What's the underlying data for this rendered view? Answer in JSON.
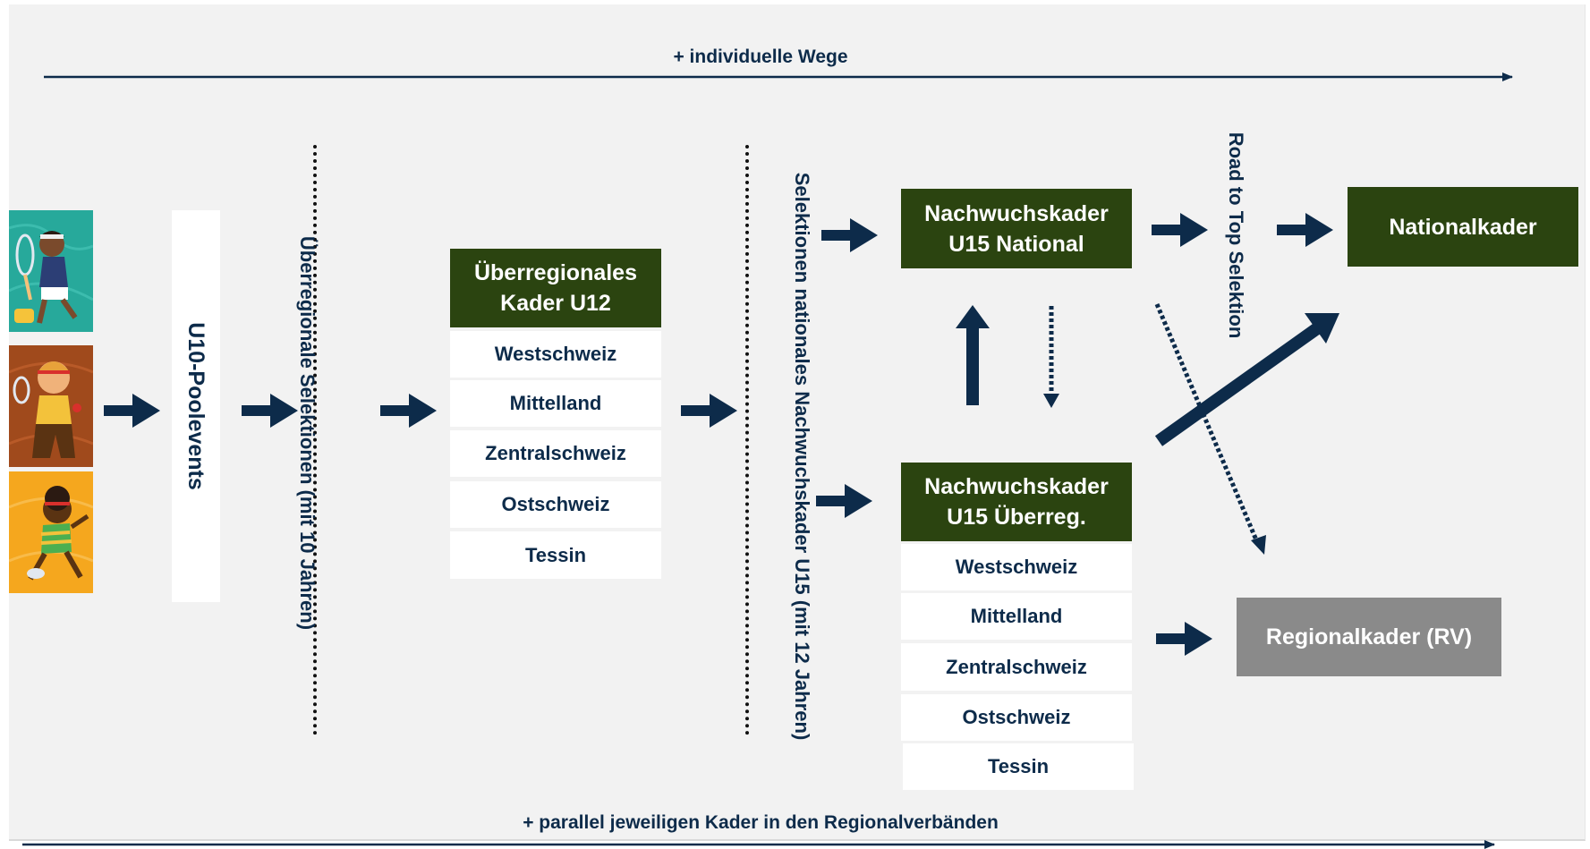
{
  "diagram": {
    "top_path_label": "+ individuelle Wege",
    "bottom_path_label": "+ parallel jeweiligen Kader in den Regionalverbänden",
    "pool_events": "U10-Poolevents",
    "selection_u12": "Überregionale Selektionen (mit 10 Jahren)",
    "selection_u15": "Selektionen nationales Nachwuchskader U15 (mit 12 Jahren)",
    "road_to_top": "Road to Top Selektion",
    "u12_kader": {
      "title_line1": "Überregionales",
      "title_line2": "Kader U12",
      "regions": [
        "Westschweiz",
        "Mittelland",
        "Zentralschweiz",
        "Ostschweiz",
        "Tessin"
      ]
    },
    "u15_national": {
      "title_line1": "Nachwuchskader",
      "title_line2": "U15 National"
    },
    "u15_regional": {
      "title_line1": "Nachwuchskader",
      "title_line2": "U15 Überreg.",
      "regions": [
        "Westschweiz",
        "Mittelland",
        "Zentralschweiz",
        "Ostschweiz",
        "Tessin"
      ]
    },
    "national_kader": "Nationalkader",
    "regional_kader": "Regionalkader (RV)",
    "icons": [
      "tennis-girl-illustration",
      "tennis-boy-illustration",
      "tennis-kid-illustration",
      "arrow-right-icon",
      "arrow-up-icon",
      "arrow-down-dotted-icon"
    ],
    "colors": {
      "kader_green": "#2b4410",
      "navy": "#0d2b4a",
      "gray_box": "#8a8a8a",
      "background": "#f2f2f2"
    }
  }
}
